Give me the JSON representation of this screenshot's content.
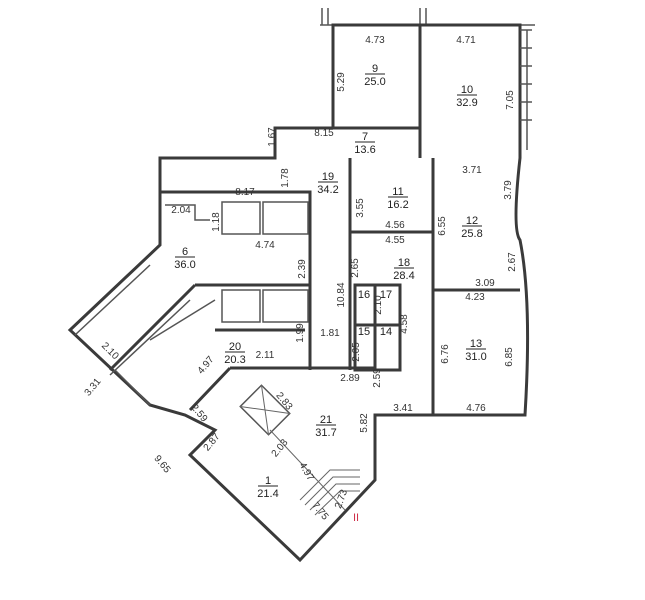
{
  "rooms": [
    {
      "id": "9",
      "area": "25.0"
    },
    {
      "id": "10",
      "area": "32.9"
    },
    {
      "id": "7",
      "area": "13.6"
    },
    {
      "id": "19",
      "area": "34.2"
    },
    {
      "id": "11",
      "area": "16.2"
    },
    {
      "id": "12",
      "area": "25.8"
    },
    {
      "id": "6",
      "area": "36.0"
    },
    {
      "id": "18",
      "area": "28.4"
    },
    {
      "id": "13",
      "area": "31.0"
    },
    {
      "id": "20",
      "area": "20.3"
    },
    {
      "id": "21",
      "area": "31.7"
    },
    {
      "id": "1",
      "area": "21.4"
    }
  ],
  "small_rooms": [
    "16",
    "17",
    "15",
    "14"
  ],
  "dimensions": [
    "4.73",
    "4.71",
    "5.29",
    "7.05",
    "1.67",
    "8.15",
    "1.78",
    "8.17",
    "2.04",
    "1.18",
    "4.74",
    "2.39",
    "3.55",
    "4.56",
    "4.55",
    "2.65",
    "10.84",
    "6.55",
    "3.71",
    "3.79",
    "2.67",
    "3.09",
    "4.23",
    "2.10",
    "4.58",
    "1.81",
    "1.99",
    "2.11",
    "2.05",
    "2.89",
    "2.59",
    "6.76",
    "6.85",
    "3.41",
    "4.76",
    "5.82",
    "2.83",
    "2.03",
    "2.87",
    "2.59",
    "4.97",
    "2.10",
    "3.31",
    "9.65",
    "4.97",
    "7.75",
    "2.73"
  ],
  "section_mark": {
    "label": "II",
    "color": "#d0304a"
  },
  "colors": {
    "wall": "#3a3a3a"
  }
}
